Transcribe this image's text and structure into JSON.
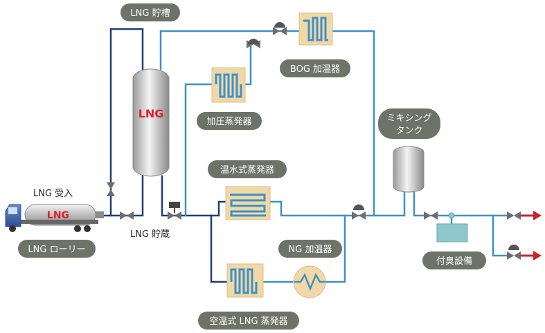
{
  "labels": {
    "lng_storage_tank": "LNG 貯槽",
    "tank_text": "LNG",
    "bog_heater": "BOG 加温器",
    "pressurizing_vaporizer": "加圧蒸発器",
    "mixing_tank_line1": "ミキシング",
    "mixing_tank_line2": "タンク",
    "hot_water_vaporizer": "温水式蒸発器",
    "ng_heater": "NG 加温器",
    "odorizer": "付臭設備",
    "ambient_vaporizer": "空温式 LNG 蒸発器",
    "lng_receiving": "LNG 受入",
    "lng_storage": "LNG 貯蔵",
    "lng_lorry": "LNG ローリー",
    "truck_text": "LNG"
  },
  "colors": {
    "pipe_dark": "#1b3f7a",
    "pipe_light": "#3f8fc9",
    "label_pill": "#6e7368",
    "exchanger_fill": "#f0d9a7",
    "lng_red": "#e0202a",
    "outlet_arrow": "#c8252b",
    "odorizer_fill": "#8fc7cc"
  }
}
